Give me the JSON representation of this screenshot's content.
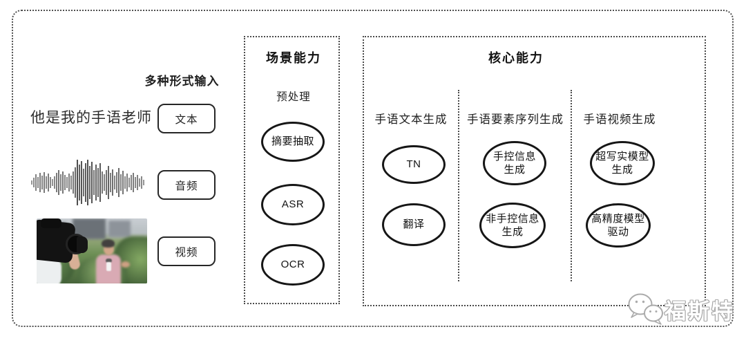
{
  "style_colors": {
    "frame_border": "#4f4f4f",
    "node_stroke": "#161616",
    "watermark_text": "#ffffff",
    "watermark_outline": "#a9a9a9"
  },
  "input_section": {
    "label": "多种形式输入",
    "sample_text": "他是我的手语老师",
    "items": [
      {
        "label": "文本"
      },
      {
        "label": "音频"
      },
      {
        "label": "视频"
      }
    ],
    "media": {
      "waveform_icon": "audio-waveform-icon",
      "photo_icon": "reporter-filming-photo"
    }
  },
  "scene_box": {
    "title": "场景能力",
    "subtitle": "预处理",
    "nodes": [
      "摘要抽取",
      "ASR",
      "OCR"
    ]
  },
  "core_box": {
    "title": "核心能力",
    "columns": [
      {
        "header": "手语文本生成",
        "nodes": [
          "TN",
          "翻译"
        ]
      },
      {
        "header": "手语要素序列生成",
        "nodes": [
          "手控信息\n生成",
          "非手控信息\n生成"
        ]
      },
      {
        "header": "手语视频生成",
        "nodes": [
          "超写实模型\n生成",
          "高精度模型\n驱动"
        ]
      }
    ]
  },
  "watermark": {
    "icon": "wechat-chat-bubbles-icon",
    "text": "福斯特"
  }
}
